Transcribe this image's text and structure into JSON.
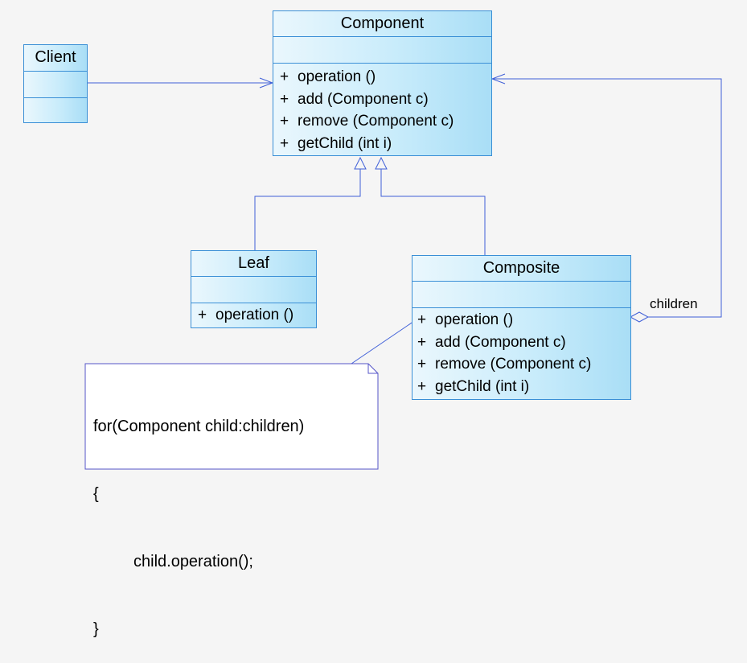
{
  "classes": {
    "component": {
      "name": "Component",
      "operations": [
        {
          "vis": "+",
          "sig": "operation ()"
        },
        {
          "vis": "+",
          "sig": "add (Component c)"
        },
        {
          "vis": "+",
          "sig": "remove (Component c)"
        },
        {
          "vis": "+",
          "sig": "getChild (int i)"
        }
      ]
    },
    "client": {
      "name": "Client"
    },
    "leaf": {
      "name": "Leaf",
      "operations": [
        {
          "vis": "+",
          "sig": "operation ()"
        }
      ]
    },
    "composite": {
      "name": "Composite",
      "operations": [
        {
          "vis": "+",
          "sig": "operation ()"
        },
        {
          "vis": "+",
          "sig": "add (Component c)"
        },
        {
          "vis": "+",
          "sig": "remove (Component c)"
        },
        {
          "vis": "+",
          "sig": "getChild (int i)"
        }
      ]
    }
  },
  "note": {
    "lines": [
      "for(Component child:children)",
      "{",
      "child.operation();",
      "}"
    ]
  },
  "association": {
    "children_label": "children"
  },
  "colors": {
    "line": "#3a5fd6",
    "border": "#3a8fd6",
    "note_border": "#5555c8"
  }
}
